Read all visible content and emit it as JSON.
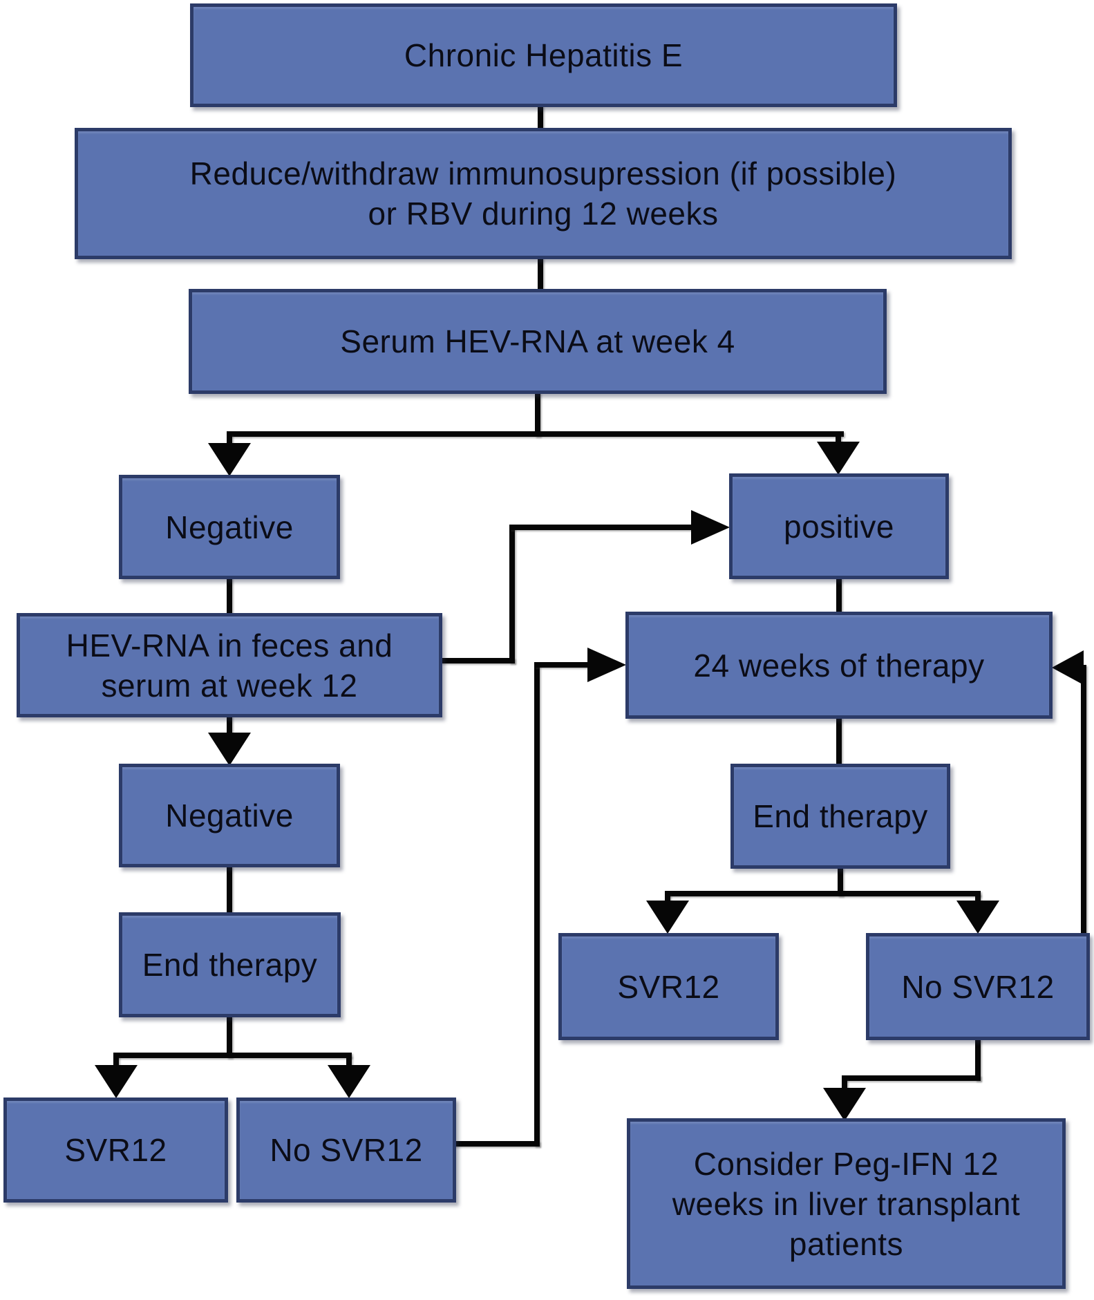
{
  "diagram": {
    "type": "flowchart",
    "nodes": {
      "chronic": {
        "label": "Chronic Hepatitis E"
      },
      "reduce": {
        "label": "Reduce/withdraw immunosupression (if possible)\nor RBV during 12 weeks"
      },
      "serum": {
        "label": "Serum HEV-RNA at week 4"
      },
      "negative1": {
        "label": "Negative"
      },
      "positive": {
        "label": "positive"
      },
      "feces": {
        "label": "HEV-RNA in feces and\nserum at week 12"
      },
      "weeks24": {
        "label": "24 weeks of therapy"
      },
      "negative2": {
        "label": "Negative"
      },
      "end_therapy_right": {
        "label": "End therapy"
      },
      "end_therapy_left": {
        "label": "End therapy"
      },
      "svr12_right": {
        "label": "SVR12"
      },
      "no_svr12_right": {
        "label": "No SVR12"
      },
      "svr12_left": {
        "label": "SVR12"
      },
      "no_svr12_left": {
        "label": "No SVR12"
      },
      "consider": {
        "label": "Consider Peg-IFN 12\nweeks in liver transplant\npatients"
      }
    },
    "edges": [
      {
        "from": "chronic",
        "to": "reduce",
        "arrowhead": false
      },
      {
        "from": "reduce",
        "to": "serum",
        "arrowhead": false
      },
      {
        "from": "serum",
        "to": "negative1",
        "arrowhead": true
      },
      {
        "from": "serum",
        "to": "positive",
        "arrowhead": true
      },
      {
        "from": "negative1",
        "to": "feces",
        "arrowhead": false
      },
      {
        "from": "feces",
        "to": "positive",
        "arrowhead": true
      },
      {
        "from": "feces",
        "to": "negative2",
        "arrowhead": true
      },
      {
        "from": "negative2",
        "to": "end_therapy_left",
        "arrowhead": false
      },
      {
        "from": "end_therapy_left",
        "to": "svr12_left",
        "arrowhead": true
      },
      {
        "from": "end_therapy_left",
        "to": "no_svr12_left",
        "arrowhead": true
      },
      {
        "from": "no_svr12_left",
        "to": "weeks24",
        "arrowhead": true
      },
      {
        "from": "positive",
        "to": "weeks24",
        "arrowhead": false
      },
      {
        "from": "weeks24",
        "to": "end_therapy_right",
        "arrowhead": false
      },
      {
        "from": "end_therapy_right",
        "to": "svr12_right",
        "arrowhead": true
      },
      {
        "from": "end_therapy_right",
        "to": "no_svr12_right",
        "arrowhead": true
      },
      {
        "from": "no_svr12_right",
        "to": "weeks24",
        "arrowhead": true,
        "note": "loop back via right edge"
      },
      {
        "from": "no_svr12_right",
        "to": "consider",
        "arrowhead": true
      }
    ]
  },
  "colors": {
    "node_fill": "#5b73b0",
    "node_stroke": "#2c3b68",
    "line": "#060606",
    "text": "#0b0c16",
    "background": "#ffffff"
  }
}
